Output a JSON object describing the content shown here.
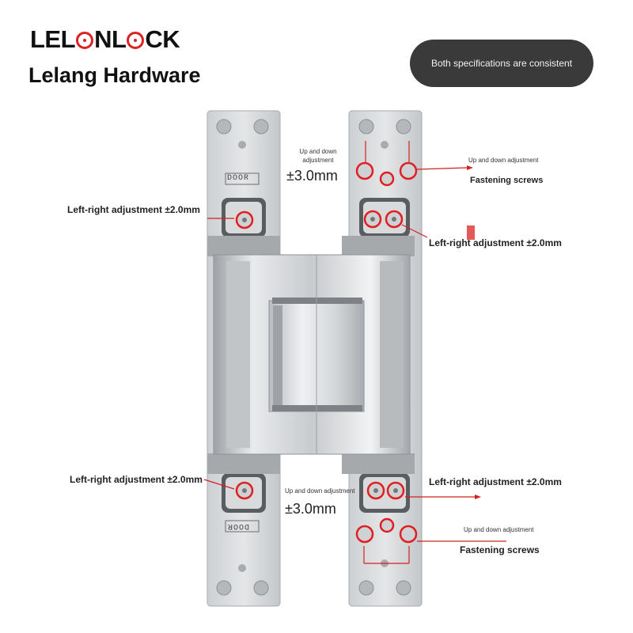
{
  "brand": {
    "logo_text_left": "LEL",
    "logo_text_right": "NL",
    "logo_text_end": "CK",
    "name": "Lelang Hardware"
  },
  "badge": {
    "text": "Both specifications are consistent"
  },
  "plates": {
    "top_left_mark": "DOOR",
    "bottom_left_mark": "DOOR"
  },
  "annotations": {
    "top_up_down_small": "Up and down adjustment",
    "top_up_down_value": "±3.0mm",
    "top_right_up_down_small": "Up and down adjustment",
    "top_fastening": "Fastening screws",
    "top_left_lr": "Left-right adjustment ±2.0mm",
    "top_right_lr": "Left-right adjustment ±2.0mm",
    "bottom_left_lr": "Left-right adjustment ±2.0mm",
    "bottom_right_lr": "Left-right adjustment ±2.0mm",
    "bottom_up_down_small": "Up and down adjustment",
    "bottom_up_down_value": "±3.0mm",
    "bottom_right_up_down_small": "Up and down adjustment",
    "bottom_fastening": "Fastening screws"
  },
  "colors": {
    "accent": "#e02020",
    "badge_bg": "#3a3a3a",
    "metal": "#cfd2d5"
  }
}
